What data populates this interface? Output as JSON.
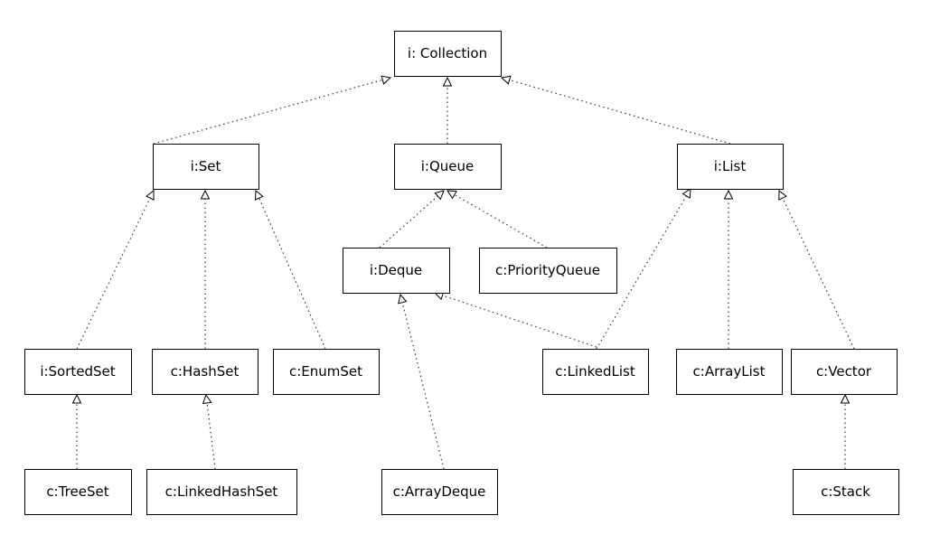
{
  "nodes": [
    {
      "id": "collection",
      "label": "i: Collection"
    },
    {
      "id": "set",
      "label": "i:Set"
    },
    {
      "id": "queue",
      "label": "i:Queue"
    },
    {
      "id": "list",
      "label": "i:List"
    },
    {
      "id": "deque",
      "label": "i:Deque"
    },
    {
      "id": "priorityqueue",
      "label": "c:PriorityQueue"
    },
    {
      "id": "sortedset",
      "label": "i:SortedSet"
    },
    {
      "id": "hashset",
      "label": "c:HashSet"
    },
    {
      "id": "enumset",
      "label": "c:EnumSet"
    },
    {
      "id": "linkedlist",
      "label": "c:LinkedList"
    },
    {
      "id": "arraylist",
      "label": "c:ArrayList"
    },
    {
      "id": "vector",
      "label": "c:Vector"
    },
    {
      "id": "treeset",
      "label": "c:TreeSet"
    },
    {
      "id": "linkedhashset",
      "label": "c:LinkedHashSet"
    },
    {
      "id": "arraydeque",
      "label": "c:ArrayDeque"
    },
    {
      "id": "stack",
      "label": "c:Stack"
    }
  ],
  "edges": [
    {
      "from": "set",
      "to": "collection"
    },
    {
      "from": "queue",
      "to": "collection"
    },
    {
      "from": "list",
      "to": "collection"
    },
    {
      "from": "sortedset",
      "to": "set"
    },
    {
      "from": "hashset",
      "to": "set"
    },
    {
      "from": "enumset",
      "to": "set"
    },
    {
      "from": "deque",
      "to": "queue"
    },
    {
      "from": "priorityqueue",
      "to": "queue"
    },
    {
      "from": "linkedlist",
      "to": "list"
    },
    {
      "from": "arraylist",
      "to": "list"
    },
    {
      "from": "vector",
      "to": "list"
    },
    {
      "from": "linkedlist",
      "to": "deque"
    },
    {
      "from": "arraydeque",
      "to": "deque"
    },
    {
      "from": "treeset",
      "to": "sortedset"
    },
    {
      "from": "linkedhashset",
      "to": "hashset"
    },
    {
      "from": "stack",
      "to": "vector"
    }
  ],
  "colors": {
    "line": "#333333",
    "border": "#000000",
    "background": "#ffffff"
  }
}
